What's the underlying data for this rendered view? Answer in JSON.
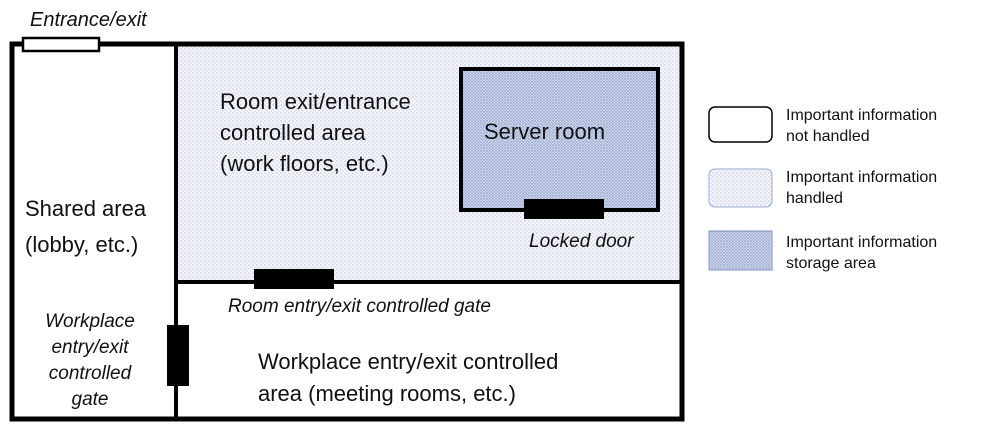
{
  "entrance_label": "Entrance/exit",
  "shared_area": [
    "Shared area",
    "(lobby, etc.)"
  ],
  "controlled_area": [
    "Room exit/entrance",
    "controlled area",
    "(work floors, etc.)"
  ],
  "server_room": "Server room",
  "locked_door": "Locked door",
  "room_gate": "Room entry/exit controlled gate",
  "workplace_gate": [
    "Workplace",
    "entry/exit",
    "controlled",
    "gate"
  ],
  "workplace_area": [
    "Workplace entry/exit controlled",
    "area (meeting rooms, etc.)"
  ],
  "legend": [
    {
      "label": [
        "Important information",
        "not handled"
      ],
      "fill": "none"
    },
    {
      "label": [
        "Important information",
        "handled"
      ],
      "fill": "light-dotted"
    },
    {
      "label": [
        "Important information",
        "storage area"
      ],
      "fill": "dense-dotted"
    }
  ],
  "colors": {
    "outline": "#000000",
    "light_fill": "#f4f6fb",
    "dense_fill": "#c9d3ea",
    "dot": "#9aa8cf"
  }
}
